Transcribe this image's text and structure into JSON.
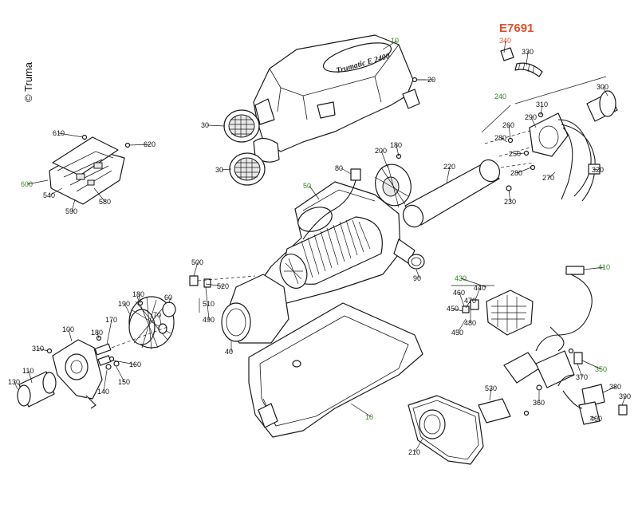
{
  "diagram_code": "E7691",
  "copyright": "© Truma",
  "device_marking": "Trumatic E 2400",
  "colors": {
    "code": "#e0502a",
    "assembly": "#2f8a1e",
    "part": "#111111"
  },
  "labels": [
    {
      "id": "l340",
      "text": "340",
      "color": "orange"
    },
    {
      "id": "l330",
      "text": "330",
      "color": "black"
    },
    {
      "id": "l10a",
      "text": "10",
      "color": "green"
    },
    {
      "id": "l20",
      "text": "20",
      "color": "black"
    },
    {
      "id": "l240",
      "text": "240",
      "color": "green"
    },
    {
      "id": "l300",
      "text": "300",
      "color": "black"
    },
    {
      "id": "l310a",
      "text": "310",
      "color": "black"
    },
    {
      "id": "l290",
      "text": "290",
      "color": "black"
    },
    {
      "id": "l260",
      "text": "260",
      "color": "black"
    },
    {
      "id": "l280a",
      "text": "280",
      "color": "black"
    },
    {
      "id": "l250",
      "text": "250",
      "color": "black"
    },
    {
      "id": "l280b",
      "text": "280",
      "color": "black"
    },
    {
      "id": "l270",
      "text": "270",
      "color": "black"
    },
    {
      "id": "l320",
      "text": "320",
      "color": "black"
    },
    {
      "id": "l30a",
      "text": "30",
      "color": "black"
    },
    {
      "id": "l30b",
      "text": "30",
      "color": "black"
    },
    {
      "id": "l610",
      "text": "610",
      "color": "black"
    },
    {
      "id": "l620",
      "text": "620",
      "color": "black"
    },
    {
      "id": "l600",
      "text": "600",
      "color": "green"
    },
    {
      "id": "l540",
      "text": "540",
      "color": "black"
    },
    {
      "id": "l580",
      "text": "580",
      "color": "black"
    },
    {
      "id": "l590",
      "text": "590",
      "color": "black"
    },
    {
      "id": "l180a",
      "text": "180",
      "color": "black"
    },
    {
      "id": "l200",
      "text": "200",
      "color": "black"
    },
    {
      "id": "l80",
      "text": "80",
      "color": "black"
    },
    {
      "id": "l220",
      "text": "220",
      "color": "black"
    },
    {
      "id": "l50",
      "text": "50",
      "color": "green"
    },
    {
      "id": "l230",
      "text": "230",
      "color": "black"
    },
    {
      "id": "l90",
      "text": "90",
      "color": "black"
    },
    {
      "id": "l500",
      "text": "500",
      "color": "black"
    },
    {
      "id": "l520",
      "text": "520",
      "color": "black"
    },
    {
      "id": "l510",
      "text": "510",
      "color": "black"
    },
    {
      "id": "l490",
      "text": "490",
      "color": "black"
    },
    {
      "id": "l180b",
      "text": "180",
      "color": "black"
    },
    {
      "id": "l190",
      "text": "190",
      "color": "black"
    },
    {
      "id": "l60",
      "text": "60",
      "color": "black"
    },
    {
      "id": "l70",
      "text": "70",
      "color": "black"
    },
    {
      "id": "l100",
      "text": "100",
      "color": "black"
    },
    {
      "id": "l180c",
      "text": "180",
      "color": "black"
    },
    {
      "id": "l170",
      "text": "170",
      "color": "black"
    },
    {
      "id": "l310b",
      "text": "310",
      "color": "black"
    },
    {
      "id": "l160",
      "text": "160",
      "color": "black"
    },
    {
      "id": "l110",
      "text": "110",
      "color": "black"
    },
    {
      "id": "l150",
      "text": "150",
      "color": "black"
    },
    {
      "id": "l130",
      "text": "130",
      "color": "black"
    },
    {
      "id": "l140",
      "text": "140",
      "color": "black"
    },
    {
      "id": "l40",
      "text": "40",
      "color": "black"
    },
    {
      "id": "l10b",
      "text": "10",
      "color": "green"
    },
    {
      "id": "l410",
      "text": "410",
      "color": "green"
    },
    {
      "id": "l430",
      "text": "430",
      "color": "green"
    },
    {
      "id": "l440",
      "text": "440",
      "color": "black"
    },
    {
      "id": "l460",
      "text": "460",
      "color": "black"
    },
    {
      "id": "l470",
      "text": "470",
      "color": "black"
    },
    {
      "id": "l450a",
      "text": "450",
      "color": "black"
    },
    {
      "id": "l480",
      "text": "480",
      "color": "black"
    },
    {
      "id": "l450b",
      "text": "450",
      "color": "black"
    },
    {
      "id": "l370",
      "text": "370",
      "color": "black"
    },
    {
      "id": "l350",
      "text": "350",
      "color": "green"
    },
    {
      "id": "l380",
      "text": "380",
      "color": "black"
    },
    {
      "id": "l390",
      "text": "390",
      "color": "black"
    },
    {
      "id": "l360",
      "text": "360",
      "color": "black"
    },
    {
      "id": "l400",
      "text": "400",
      "color": "black"
    },
    {
      "id": "l530",
      "text": "530",
      "color": "black"
    },
    {
      "id": "l210",
      "text": "210",
      "color": "black"
    }
  ]
}
